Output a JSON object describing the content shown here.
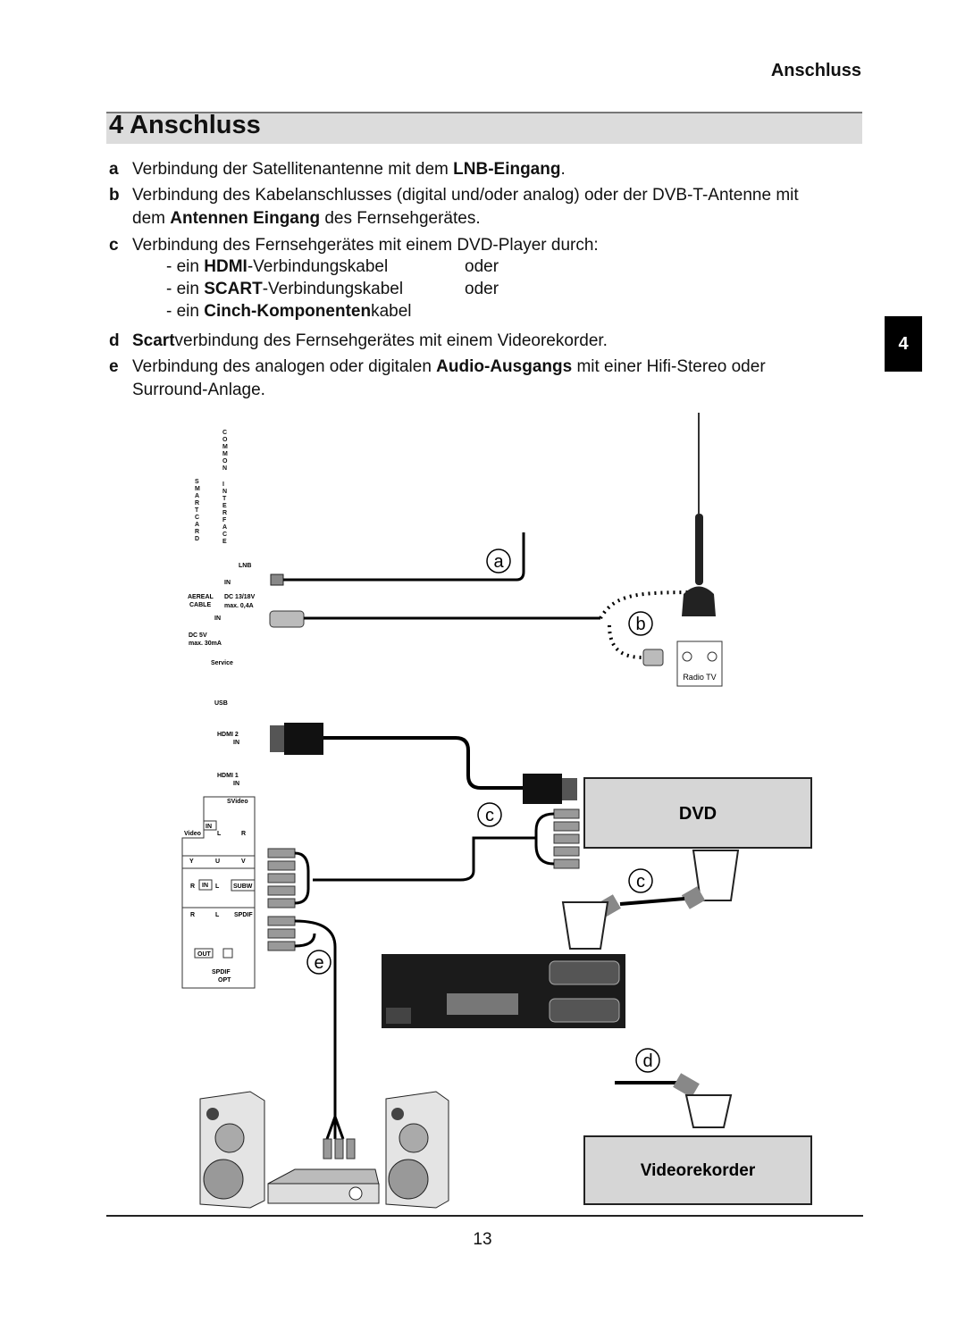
{
  "header": {
    "running_title": "Anschluss",
    "chapter_title": "4 Anschluss",
    "tab": "4"
  },
  "items": [
    {
      "letter": "a",
      "parts": [
        "Verbindung der Satellitenantenne mit dem ",
        "LNB-Eingang",
        "."
      ]
    },
    {
      "letter": "b",
      "line1": [
        "Verbindung des Kabelanschlusses (digital und/oder analog) oder der DVB-T-Antenne mit"
      ],
      "line2": [
        "dem ",
        "Antennen Eingang",
        " des Fernsehgerätes."
      ]
    },
    {
      "letter": "c",
      "parts": [
        "Verbindung des Fernsehgerätes mit einem DVD-Player durch:"
      ],
      "subs": [
        {
          "pre": "- ein ",
          "bold": "HDMI",
          "post": "-Verbindungskabel",
          "suffix": "oder"
        },
        {
          "pre": "- ein ",
          "bold": "SCART",
          "post": "-Verbindungskabel",
          "suffix": "oder"
        },
        {
          "pre": "- ein ",
          "bold": "Cinch-Komponenten",
          "post": "kabel",
          "suffix": ""
        }
      ]
    },
    {
      "letter": "d",
      "parts": [
        "Scart",
        "verbindung des Fernsehgerätes mit einem Videorekorder."
      ]
    },
    {
      "letter": "e",
      "line1": [
        "Verbindung des analogen oder digitalen ",
        "Audio-Ausgangs",
        " mit einer Hifi-Stereo oder"
      ],
      "line2": [
        "Surround-Anlage."
      ]
    }
  ],
  "diagram": {
    "callouts": [
      "a",
      "b",
      "c",
      "c",
      "d",
      "e"
    ],
    "labels": {
      "common_interface": "COMMON INTERFACE",
      "smart_card": "SMARTCARD",
      "lnb": "LNB",
      "in": "IN",
      "aereal": "AEREAL",
      "cable": "CABLE",
      "dc_lnb": "DC 13/18V",
      "dc_lnb_max": "max. 0,4A",
      "dc_5v": "DC 5V",
      "dc_5v_max": "max. 30mA",
      "service": "Service",
      "usb": "USB",
      "hdmi2": "HDMI 2",
      "hdmi1": "HDMI 1",
      "svideo": "SVideo",
      "video": "Video",
      "l": "L",
      "r": "R",
      "y": "Y",
      "u": "U",
      "v": "V",
      "subw": "SUBW",
      "spdif": "SPDIF",
      "out": "OUT",
      "spdif_opt_1": "SPDIF",
      "spdif_opt_2": "OPT",
      "radio_tv": "Radio TV",
      "dvd": "DVD",
      "videorekorder": "Videorekorder"
    }
  },
  "footer": {
    "page_number": "13"
  }
}
